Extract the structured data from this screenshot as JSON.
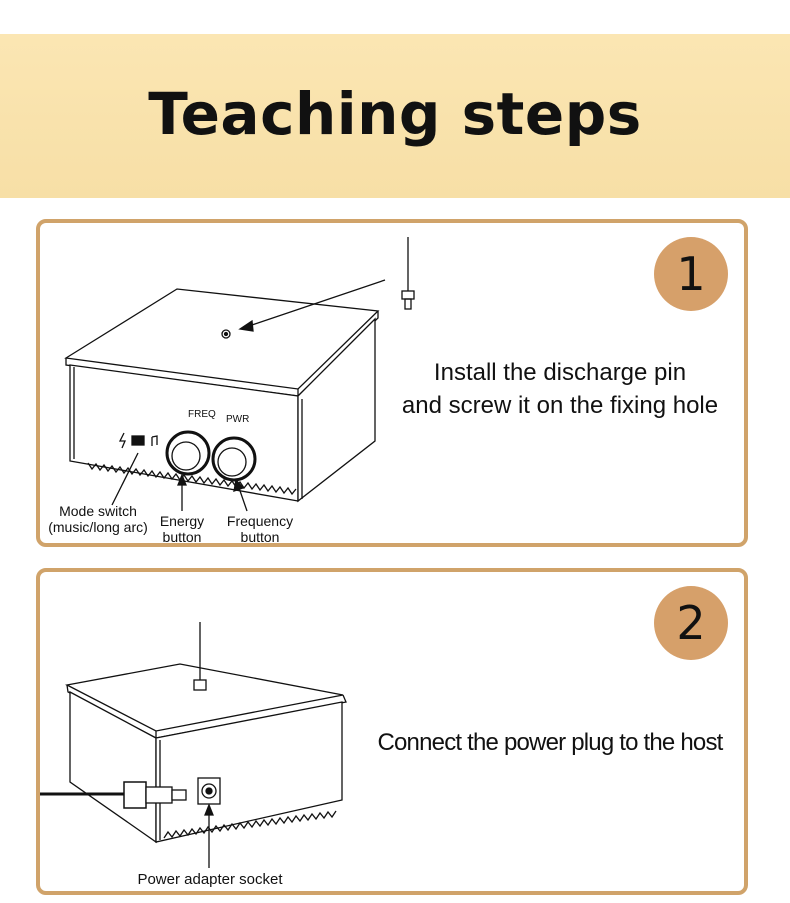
{
  "banner": {
    "title": "Teaching steps"
  },
  "steps": [
    {
      "number": "1",
      "desc_line1": "Install the discharge pin",
      "desc_line2": "and screw it on the fixing hole",
      "labels": {
        "mode_switch_line1": "Mode switch",
        "mode_switch_line2": "(music/long arc)",
        "energy_line1": "Energy",
        "energy_line2": "button",
        "frequency_line1": "Frequency",
        "frequency_line2": "button",
        "knob_freq": "FREQ",
        "knob_pwr": "PWR"
      }
    },
    {
      "number": "2",
      "desc": "Connect the power plug to the host",
      "labels": {
        "socket": "Power adapter socket"
      }
    }
  ],
  "colors": {
    "banner": "#f7dfa6",
    "accent": "#d0a36a",
    "circle": "#d6a06a"
  }
}
